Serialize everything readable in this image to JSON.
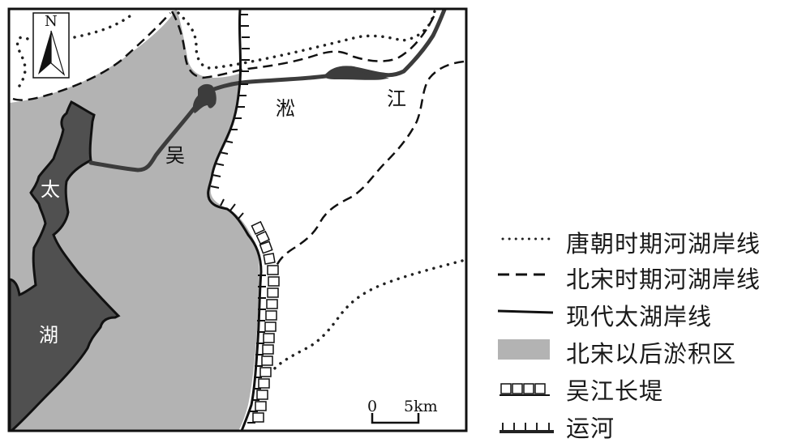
{
  "map": {
    "title": "",
    "north_arrow": {
      "label": "N",
      "icon": "north-arrow-icon"
    },
    "labels": {
      "wu": "吴",
      "song": "淞",
      "jiang": "江",
      "tai": "太",
      "hu": "湖"
    },
    "scale_bar": {
      "start": "0",
      "end": "5km"
    },
    "colors": {
      "lake": "#505050",
      "sediment": "#b3b3b3",
      "river": "#3c3c3c",
      "line": "#111111",
      "background": "#ffffff"
    }
  },
  "legend": {
    "items": [
      {
        "symbol": "dotted-line",
        "label": "唐朝时期河湖岸线"
      },
      {
        "symbol": "dashed-line",
        "label": "北宋时期河湖岸线"
      },
      {
        "symbol": "solid-line",
        "label": "现代太湖岸线"
      },
      {
        "symbol": "gray-fill",
        "label": "北宋以后淤积区"
      },
      {
        "symbol": "box-chain",
        "label": "吴江长堤"
      },
      {
        "symbol": "tick-line",
        "label": "运河"
      }
    ]
  }
}
